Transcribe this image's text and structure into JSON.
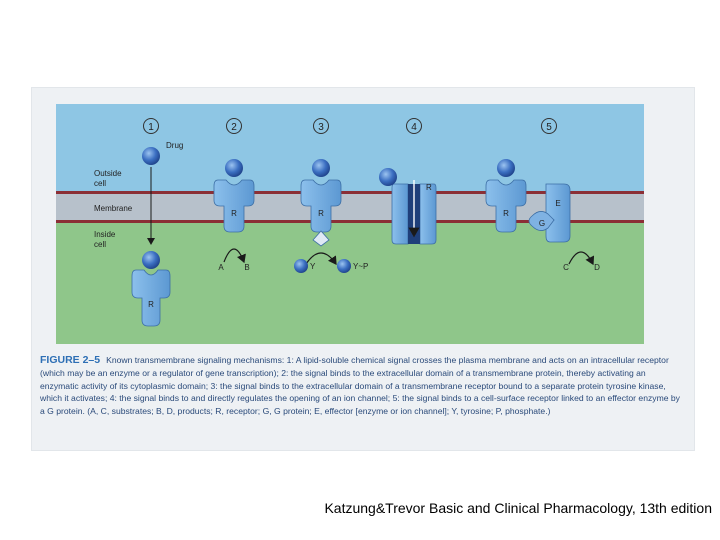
{
  "figure": {
    "step_numbers": [
      "1",
      "2",
      "3",
      "4",
      "5"
    ],
    "labels": {
      "drug": "Drug",
      "outside_cell": [
        "Outside",
        "cell"
      ],
      "membrane": "Membrane",
      "inside_cell": [
        "Inside",
        "cell"
      ],
      "receptor": "R",
      "g_protein": "G",
      "effector": "E",
      "substrate_a": "A",
      "product_b": "B",
      "substrate_c": "C",
      "product_d": "D",
      "tyrosine": "Y",
      "phospho_tyrosine": "Y~P"
    },
    "colors": {
      "outside": "#8ec6e4",
      "inside": "#8fc68a",
      "membrane": "#b7c1cb",
      "membrane_edge": "#8b2f35",
      "receptor": "#6aa4d8",
      "ligand": "#2e5fb0",
      "caption": "#2a4a7a",
      "caption_title": "#2d6fb5"
    }
  },
  "caption": {
    "figure_number": "FIGURE 2–5",
    "text": "Known transmembrane signaling mechanisms: 1: A lipid-soluble chemical signal crosses the plasma membrane and acts on an intracellular receptor (which may be an enzyme or a regulator of gene transcription); 2: the signal binds to the extracellular domain of a transmembrane protein, thereby activating an enzymatic activity of its cytoplasmic domain; 3: the signal binds to the extracellular domain of a transmembrane receptor bound to a separate protein tyrosine kinase, which it activates; 4: the signal binds to and directly regulates the opening of an ion channel; 5: the signal binds to a cell-surface receptor linked to an effector enzyme by a G protein. (A, C, substrates; B, D, products; R, receptor; G, G protein; E, effector [enzyme or ion channel]; Y, tyrosine; P, phosphate.)"
  },
  "credit": "Katzung&Trevor Basic and Clinical Pharmacology, 13th edition"
}
